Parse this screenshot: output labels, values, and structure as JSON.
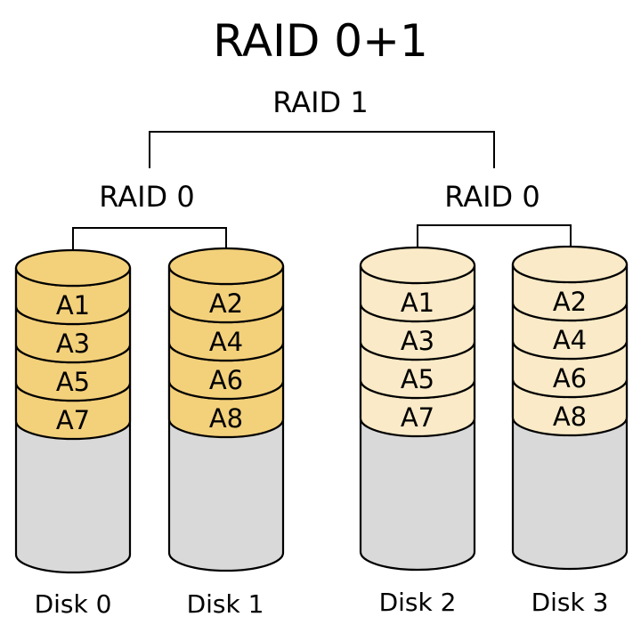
{
  "title": "RAID 0+1",
  "mirror_label": "RAID 1",
  "colors": {
    "left_stripe_fill": "#f3d07a",
    "right_stripe_fill": "#faeac7",
    "empty_fill": "#d9d9d9",
    "outline": "#000000",
    "text": "#000000"
  },
  "groups": [
    {
      "label": "RAID 0",
      "fill": "#f3d07a",
      "disks": [
        {
          "label": "Disk 0",
          "blocks": [
            "A1",
            "A3",
            "A5",
            "A7"
          ]
        },
        {
          "label": "Disk 1",
          "blocks": [
            "A2",
            "A4",
            "A6",
            "A8"
          ]
        }
      ]
    },
    {
      "label": "RAID 0",
      "fill": "#faeac7",
      "disks": [
        {
          "label": "Disk 2",
          "blocks": [
            "A1",
            "A3",
            "A5",
            "A7"
          ]
        },
        {
          "label": "Disk 3",
          "blocks": [
            "A2",
            "A4",
            "A6",
            "A8"
          ]
        }
      ]
    }
  ]
}
